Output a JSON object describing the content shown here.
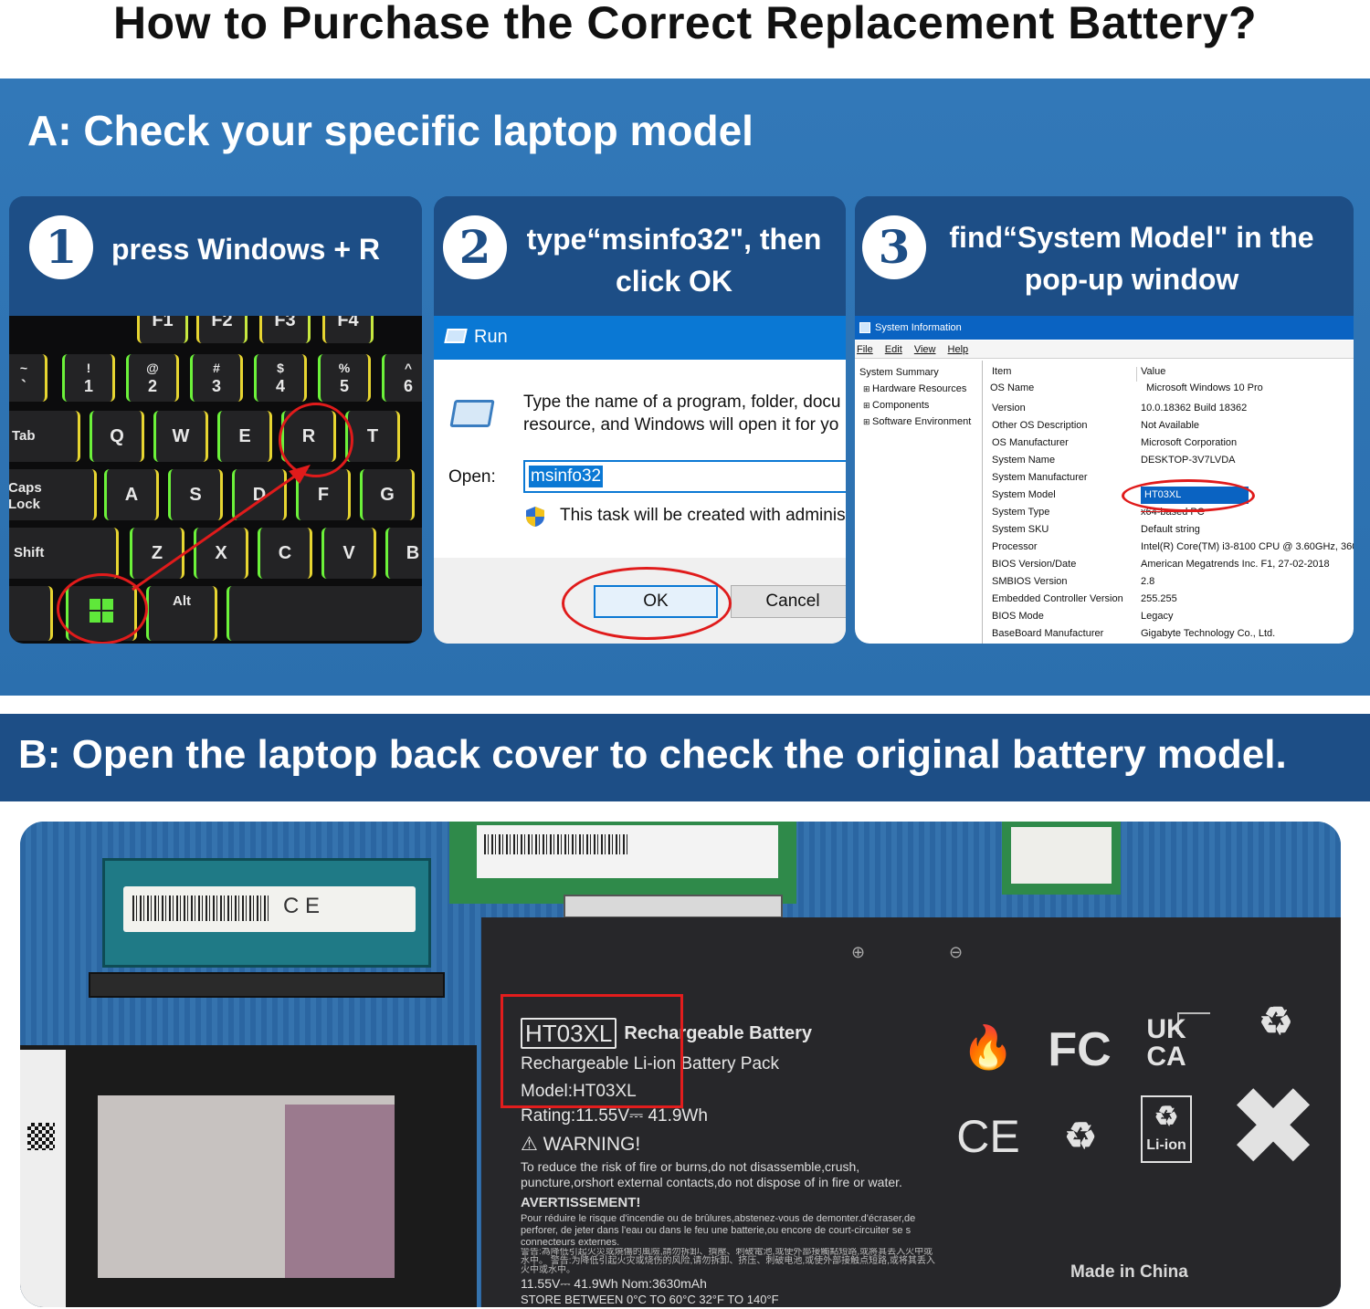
{
  "title": "How to Purchase the Correct Replacement Battery?",
  "section_a": {
    "heading": "A: Check your specific laptop model",
    "steps": [
      {
        "number": "1",
        "text": "press Windows + R"
      },
      {
        "number": "2",
        "line1": "type“msinfo32\", then",
        "line2": "click OK"
      },
      {
        "number": "3",
        "line1": "find“System Model\" in the",
        "line2": "pop-up window"
      }
    ],
    "keyboard": {
      "fkeys": [
        "F1",
        "F2",
        "F3",
        "F4"
      ],
      "num_top": [
        "~",
        "!",
        "@",
        "#",
        "$",
        "%",
        "^"
      ],
      "num_bot": [
        "`",
        "1",
        "2",
        "3",
        "4",
        "5",
        "6"
      ],
      "row_q": [
        "Q",
        "W",
        "E",
        "R",
        "T"
      ],
      "row_a": [
        "A",
        "S",
        "D",
        "F",
        "G"
      ],
      "row_z": [
        "Z",
        "X",
        "C",
        "V",
        "B"
      ],
      "tab": "Tab",
      "caps1": "Caps",
      "caps2": "Lock",
      "shift": "Shift",
      "alt": "Alt"
    },
    "run_dialog": {
      "title": "Run",
      "description_line1": "Type the name of a program, folder, docu",
      "description_line2": "resource, and Windows will open it for yo",
      "open_label": "Open:",
      "input_value": "msinfo32",
      "admin_note": "This task will be created with adminis",
      "ok_label": "OK",
      "cancel_label": "Cancel"
    },
    "system_info": {
      "title": "System Information",
      "menu": [
        "File",
        "Edit",
        "View",
        "Help"
      ],
      "tree": [
        "System Summary",
        "Hardware Resources",
        "Components",
        "Software Environment"
      ],
      "header_item": "Item",
      "header_value": "Value",
      "rows": [
        {
          "item": "OS Name",
          "value": "Microsoft Windows 10 Pro"
        },
        {
          "item": "Version",
          "value": "10.0.18362 Build 18362"
        },
        {
          "item": "Other OS Description",
          "value": "Not Available"
        },
        {
          "item": "OS Manufacturer",
          "value": "Microsoft Corporation"
        },
        {
          "item": "System Name",
          "value": "DESKTOP-3V7LVDA"
        },
        {
          "item": "System Manufacturer",
          "value": ""
        },
        {
          "item": "System Model",
          "value": "HT03XL"
        },
        {
          "item": "System Type",
          "value": "x64-based PC"
        },
        {
          "item": "System SKU",
          "value": "Default string"
        },
        {
          "item": "Processor",
          "value": "Intel(R) Core(TM) i3-8100 CPU @ 3.60GHz, 360"
        },
        {
          "item": "BIOS Version/Date",
          "value": "American Megatrends Inc. F1, 27-02-2018"
        },
        {
          "item": "SMBIOS Version",
          "value": "2.8"
        },
        {
          "item": "Embedded Controller Version",
          "value": "255.255"
        },
        {
          "item": "BIOS Mode",
          "value": "Legacy"
        },
        {
          "item": "BaseBoard Manufacturer",
          "value": "Gigabyte Technology Co., Ltd."
        }
      ]
    }
  },
  "section_b": {
    "heading": "B: Open the laptop back cover to check the original battery model.",
    "ram_label": "C E",
    "battery": {
      "model_tag": "HT03XL",
      "line1_rest": "Rechargeable Battery",
      "line2": "Rechargeable Li-ion Battery Pack",
      "line3": "Model:HT03XL",
      "rating": "Rating:11.55V⎓ 41.9Wh",
      "warning_title": "⚠ WARNING!",
      "warning_text": "To reduce the risk of fire or burns,do not disassemble,crush, puncture,orshort external contacts,do not dispose of in fire or water.",
      "avert_title": "AVERTISSEMENT!",
      "avert_text": "Pour réduire le risque d'incendie ou de brûlures,abstenez-vous de demonter.d'écraser,de perforer, de jeter dans l'eau ou dans le feu une batterie,ou encore de court-circuiter se s connecteurs externes.",
      "cn_text": "警告:為降低引起火災或燒傷的風險,請勿拆卸、擠壓、刺破電池,或使外部接觸點短路,或將其丟入火中或水中。 警告:为降低引起火灾或烧伤的风险,请勿拆卸、挤压、刺破电池,或使外部接触点短路,或将其丢入火中或水中。",
      "nom": "11.55V⎓ 41.9Wh  Nom:3630mAh",
      "store": "STORE BETWEEN  0°C  TO 60°C  32°F TO 140°F",
      "plus": "⊕",
      "minus": "⊖",
      "made_in": "Made in China",
      "symbols": {
        "flame": "🔥",
        "fcc": "FC",
        "ukca1": "UK",
        "ukca2": "CA",
        "recycle": "♻",
        "ce": "CE",
        "liion": "Li-ion",
        "bin": "✖"
      }
    }
  }
}
